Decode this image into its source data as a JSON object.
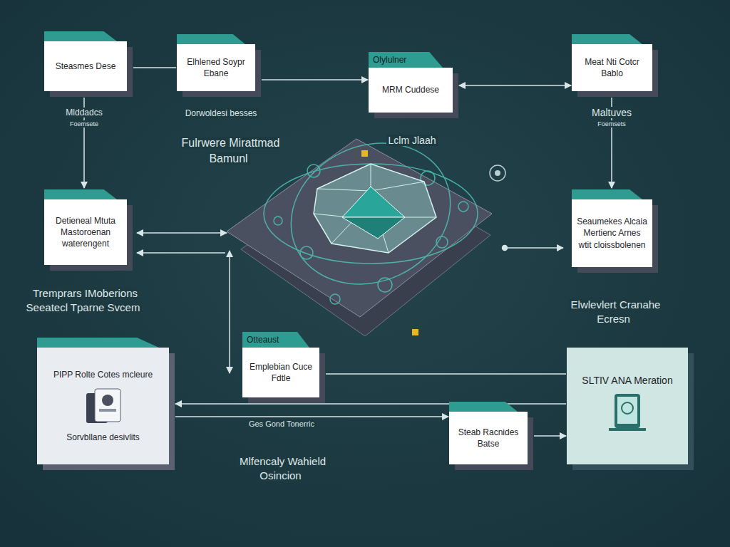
{
  "diagram": {
    "nodes": [
      {
        "text": [
          "Steasmes Dese"
        ]
      },
      {
        "text": [
          "Elhlened Soypr Ebane"
        ]
      },
      {
        "text": [
          "Olylulner",
          "MRM Cuddese"
        ]
      },
      {
        "text": [
          "Meat Nti Cotcr Bablo"
        ]
      },
      {
        "text": [
          "Detieneal Mtuta Mastoroenan waterengent"
        ]
      },
      {
        "text": [
          "Seaumekes Alcaia Mertienc Arnes wtit cloissbolenen"
        ]
      },
      {
        "text": [
          "PIPP Rolte Cotes mcleure",
          "Sorvbllane desivlits"
        ]
      },
      {
        "text": [
          "Otteaust",
          "Emplebian Cuce Fdtle"
        ]
      },
      {
        "text": [
          "Steab Racnides Batse"
        ]
      },
      {
        "text": [
          "SLTIV ANA Meration"
        ]
      }
    ],
    "edges": [
      {
        "from": 0,
        "to": 1,
        "arrow": "none"
      },
      {
        "from": 1,
        "to": 2,
        "arrow": "to"
      },
      {
        "from": 2,
        "to": 3,
        "arrow": "both"
      },
      {
        "from": 0,
        "to": 4,
        "arrow": "to"
      },
      {
        "from": 3,
        "to": 5,
        "arrow": "to"
      },
      {
        "from": 7,
        "to": 9,
        "arrow": "none"
      },
      {
        "from": 9,
        "to": 6,
        "arrow": "to"
      },
      {
        "from": 6,
        "to": 8,
        "arrow": "to"
      },
      {
        "from": 8,
        "to": 9,
        "arrow": "to"
      }
    ],
    "labels": [
      "Mlddadcs",
      "Foemsete",
      "Dorwoldesi besses",
      "Lclm Jlaah",
      "Maltuves",
      "Foemsets",
      "Fulrwere Mirattmad Bamunl",
      "Tremprars IMoberions Seeatecl Tparne Svcem",
      "Elwlevlert Cranahe Ecresn",
      "Ges Gond Tonerric",
      "Mlfencaly Wahield Osincion"
    ]
  }
}
